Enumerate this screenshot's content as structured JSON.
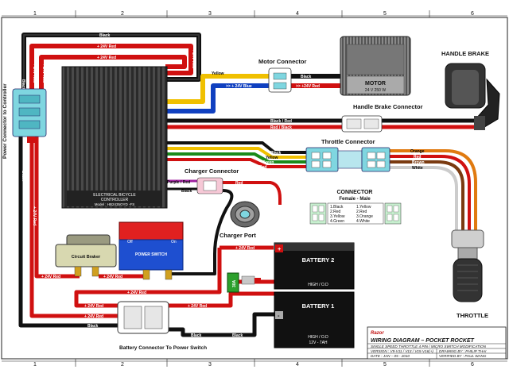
{
  "grid": {
    "columns": [
      "1",
      "2",
      "3",
      "4",
      "5",
      "6"
    ]
  },
  "wires": {
    "black": "Black",
    "red_24v": "+ 24V Red",
    "red_24v_alt": "+24V Red",
    "red_24v_arrow": ">> +24V Red",
    "blue_24v_arrow": ">> + 24V Blue",
    "yellow": "Yellow",
    "red_black": "Red / Black",
    "black_red": "Black / Red",
    "purple_red": "Purple / Red",
    "red": "Red",
    "green": "Green",
    "orange": "Orange",
    "brown": "Brown",
    "white": "White"
  },
  "components": {
    "controller": {
      "line1": "ELECTRICAL BICYCLE",
      "line2": "CONTROLLER",
      "model": "Model : HB2435OYD -FS"
    },
    "motor": {
      "title": "MOTOR",
      "spec": "24 V 250 W"
    },
    "motor_connector": "Motor Connector",
    "handle_brake": "HANDLE BRAKE",
    "handle_brake_connector": "Handle Brake Connector",
    "throttle_connector": "Throttle Connector",
    "throttle": "THROTTLE",
    "power_connector": "Power Connector to Controller",
    "charger_connector": "Charger Connector",
    "charger_port": "Charger Port",
    "circuit_breaker": "Circuit Braker",
    "power_switch": {
      "label": "POWER SWITCH",
      "off": "Off",
      "on": "On"
    },
    "battery1": {
      "title": "BATTERY 1",
      "bottom": "HIGH / O.D",
      "spec": "12V - 7AH"
    },
    "battery2": {
      "title": "BATTERY 2",
      "bottom": "HIGH / O.D"
    },
    "fuse": "30A",
    "battery_connector": "Battery Connector To Power Switch",
    "plus": "+",
    "minus": "-"
  },
  "connector_legend": {
    "title": "CONNECTOR",
    "subtitle": "Female  -  Male",
    "left": [
      "1.Black",
      "2.Red",
      "3.Yellow",
      "4.Green"
    ],
    "right": [
      "1.Yellow",
      "2.Red",
      "3.Orange",
      "4.White"
    ]
  },
  "title_block": {
    "brand": "Razor",
    "title": "WIRING DIAGRAM – POCKET ROCKET",
    "subtitle": "SINGLE SPEED THROTTLE 4 PIN / MICRO SWITCH MODIFICATION",
    "version": "VERSION : V9-V11 / V13 / V15-V16(+)",
    "drawing_by": "DRAWING BY :  PHILIP THAI",
    "date": "DATE : JAN – 05 - 2010",
    "verified_by": "VERIFIED BY :  PAUL WANG"
  },
  "colors": {
    "wire_black": "#111111",
    "wire_red": "#d01010",
    "wire_yellow": "#f0c000",
    "wire_blue": "#1040c0",
    "wire_green": "#1a8a1a",
    "wire_orange": "#e07a10",
    "wire_brown": "#7a3a10",
    "connector_cyan": "#7fd6e0",
    "switch_red": "#e02020",
    "switch_blue": "#1e4fd0"
  }
}
